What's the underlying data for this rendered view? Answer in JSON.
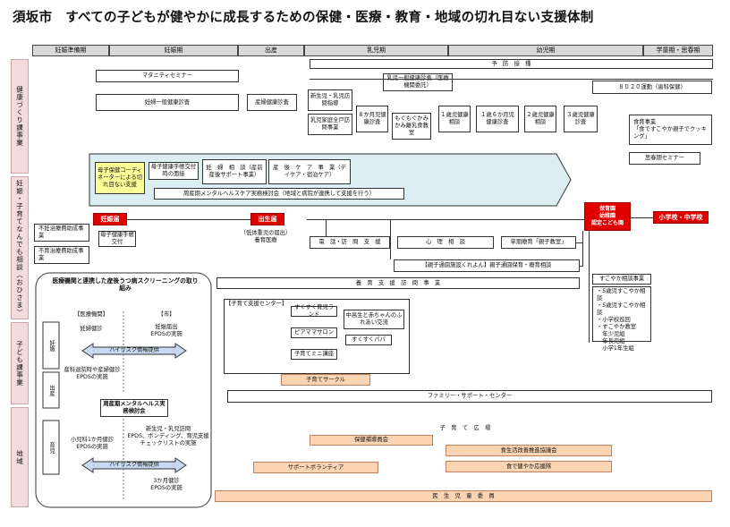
{
  "title": "須坂市　すべての子どもが健やかに成長するための保健・医療・教育・地域の切れ目ない支援体制",
  "stages": [
    "妊娠準備期",
    "妊娠期",
    "出産",
    "乳児期",
    "幼児期",
    "学童期・思春期"
  ],
  "sidebar": {
    "kenkou": "健康づくり課事業",
    "ninshin": "妊娠・子育てなんでも相談（おひさま）",
    "kodomo": "子ども課事業",
    "chiiki": "地域"
  },
  "boxes": {
    "yobou": "予　防　接　種",
    "maternity": "マタニティセミナー",
    "ninpu_kenshin": "妊婦一般健康診査",
    "sanpu_kenshin": "産婦健康診査",
    "shinseiji": "新生児・乳児訪問指導",
    "nyuji_ippan": "乳児一般健康診査（医療機関委託）",
    "sanka_hospital": "乳児家庭全戸訪問事業",
    "k8": "８か月児健康診査",
    "mogumogu": "もぐもぐかみかみ離乳食教室",
    "k1": "１歳児健康相談",
    "k1_6": "１歳６か月児健康診査",
    "k2": "２歳児健康相談",
    "k3": "３歳児健康診査",
    "k8020": "８０２０運動（歯科保健）",
    "shokuiku": "食育事業\n「食ですこやか親子でクッキング」",
    "shishunki": "思春期セミナー",
    "coordinator": "母子保健コーディネーターによる切れ目ない支援",
    "techo": "母子健康手帳交付時の面接",
    "ninsanpu": "妊　婦　相　談（産前産後サポート事業）",
    "sango_care": "産　後　ケ　ア　事　業（デイケア・宿泊ケア）",
    "mental": "周産期メンタルヘルスケア実務検討会（地域と病院が連携して支援を行う）",
    "ninshin_todoke": "妊娠届",
    "shussei_todoke": "出生届",
    "hoiku": "保育園\n幼稚園\n認定こども園",
    "shogakko": "小学校・中学校",
    "fuminin": "不妊治療費助成事業",
    "fuiku": "不育治療費助成事業",
    "boshi_techo": "母子健康手帳交付",
    "teitai": "（低体重児の届出）\n養育医療",
    "houmon": "電　話・訪　問　支　援",
    "shinri": "心　理　相　談",
    "tanki": "単期療育「親子教室」",
    "oyako": "【親子通園施設くれよん】親子通園保育・療育相談",
    "sukoyaka": "すこやか相談事業",
    "sukoyaka_list": "・5歳児すこやか相談\n・5歳児すこやか相談\n・小学校巡回\n・すこやか教室\n　年少児組\n　年長児組\n　小学1年生組",
    "youiku": "養　育　支　援　訪　問　事　業",
    "kosodate_center": "【子育て支援センター】",
    "sukusuku": "すくすく育児ランド",
    "chugakusei": "中高生と赤ちゃんのふれあい交流",
    "peer": "ピアママサロン",
    "papa": "すくすくパパ",
    "mini": "子育てミニ講座",
    "circle": "子育てサークル",
    "family": "ファミリー・サポート・センター",
    "hiroba": "子　育　て　広　場",
    "hoken_hodo": "保健補導員会",
    "shokuseikatsu": "食生活改善推進協議会",
    "support_vol": "サポートボランティア",
    "shokude": "食で健やか応援隊",
    "minsei": "民　生　児　童　委　員"
  },
  "panel": {
    "title": "医療機関と連携した産後うつ病スクリーニングの取り組み",
    "iryou": "【医療機関】",
    "shi": "【市】",
    "ninshin": "妊娠",
    "shussan": "出産",
    "ikuji": "育児",
    "i1": "妊婦健診",
    "s1": "妊娠届出\nEPDSの実施",
    "arrow1": "ハイリスク情報提供",
    "i2": "産科退院時や産婦健診\nEPDSの実施",
    "mental_meeting": "周産期メンタルヘルス実務検討会",
    "s2": "新生児・乳児訪問\nEPDS、ボンディング、育児支援チェックリストの実施",
    "i3": "小児科1か月健診\nEPDSの実施",
    "arrow2": "ハイリスク情報提供",
    "s3": "3か月健診\nEPDSの実施"
  }
}
